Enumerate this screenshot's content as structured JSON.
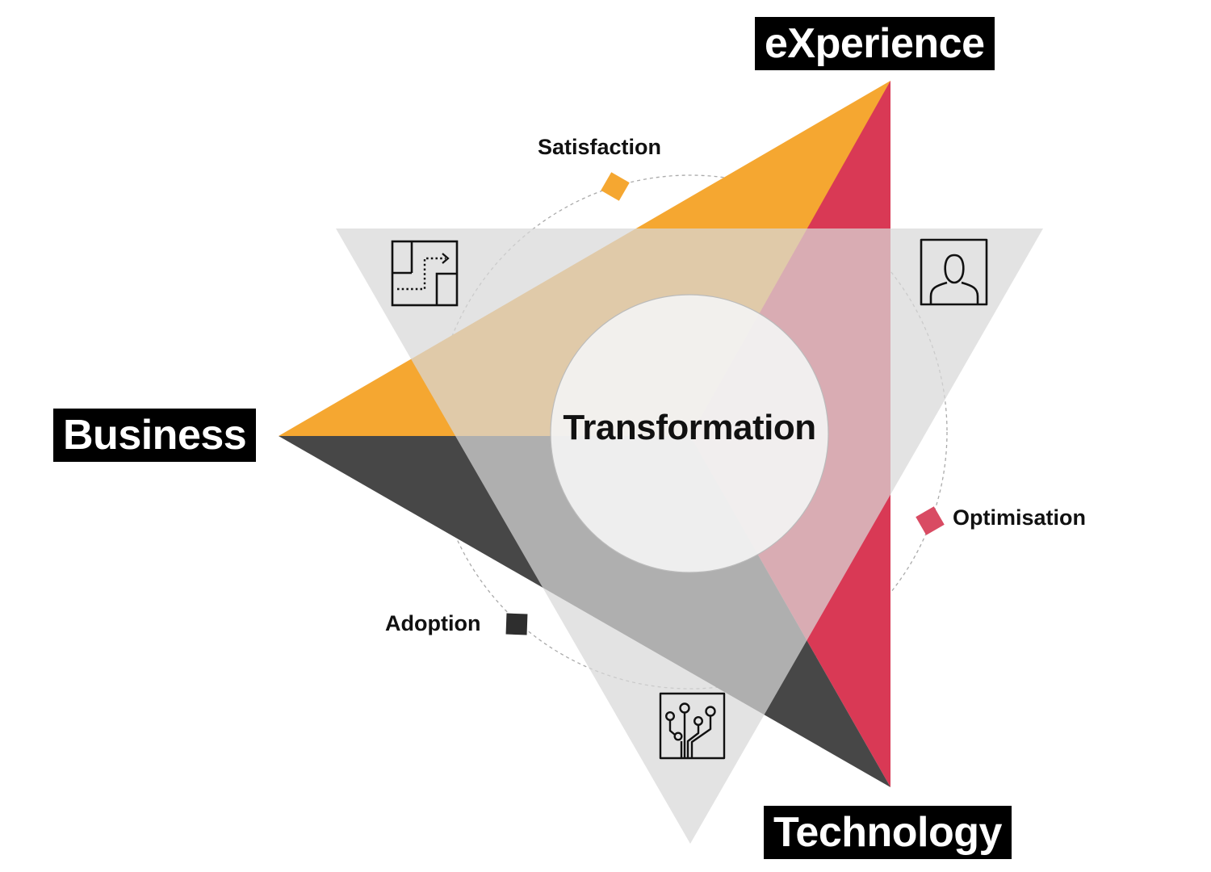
{
  "center_label": "Transformation",
  "corners": {
    "experience": "eXperience",
    "business": "Business",
    "technology": "Technology"
  },
  "stages": {
    "satisfaction": "Satisfaction",
    "optimisation": "Optimisation",
    "adoption": "Adoption"
  },
  "icons": {
    "top_left": "floor-plan-path-icon",
    "top_right": "user-portrait-icon",
    "bottom": "circuit-board-icon"
  },
  "colors": {
    "orange": "#F5A731",
    "red": "#D93955",
    "dark": "#474747",
    "light_grey_triangle": "#D8D8D8",
    "stage_satisfaction": "#F5A731",
    "stage_optimisation": "#D94B63",
    "stage_adoption": "#2E2E2E"
  }
}
